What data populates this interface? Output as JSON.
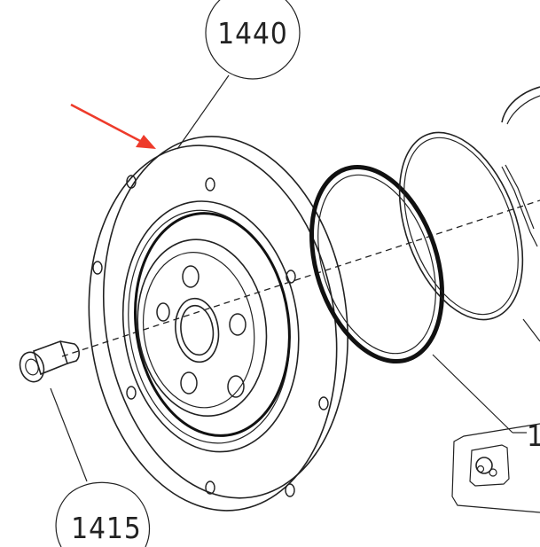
{
  "callouts": [
    {
      "label": "1440"
    },
    {
      "label": "1415"
    },
    {
      "label": "1"
    }
  ],
  "colors": {
    "line": "#222222",
    "arrow": "#ee3b2b",
    "background": "#ffffff"
  }
}
